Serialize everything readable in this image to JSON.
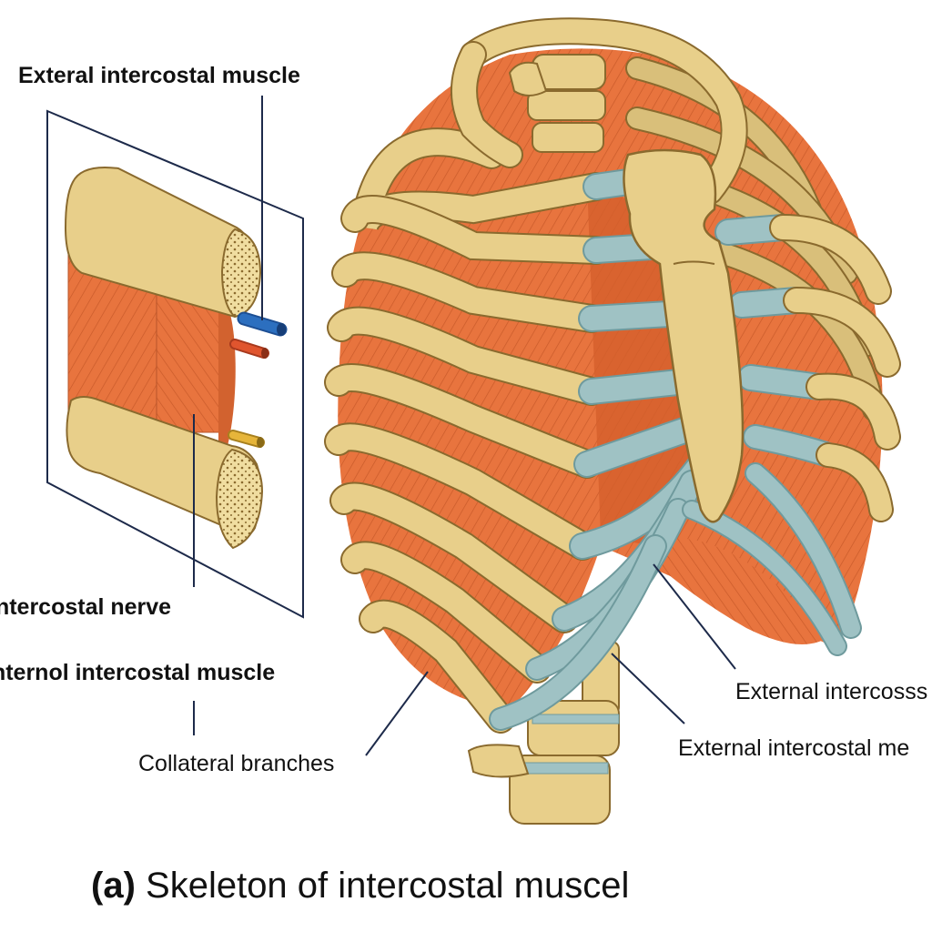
{
  "labels": {
    "external_intercostal_muscle": "Exteral intercostal muscle",
    "intercostal_nerve": "Intercostal nerve",
    "internal_intercostal_muscle": "Internol intercostal muscle",
    "collateral_branches": "Collateral branches",
    "external_intercoss": "External intercosss",
    "external_intercostal_me": "External intercostal me"
  },
  "caption": {
    "tag": "(a)",
    "text": "Skeleton of intercostal muscel"
  },
  "colors": {
    "bone": "#e8cf8a",
    "bone_outline": "#8a6a2e",
    "muscle": "#e8743e",
    "muscle_dark": "#c95a2a",
    "cartilage": "#9fc2c4",
    "vein": "#2c6fbf",
    "artery": "#e0552e",
    "nerve": "#e6b53a",
    "leader_line": "#1d2a4a"
  }
}
